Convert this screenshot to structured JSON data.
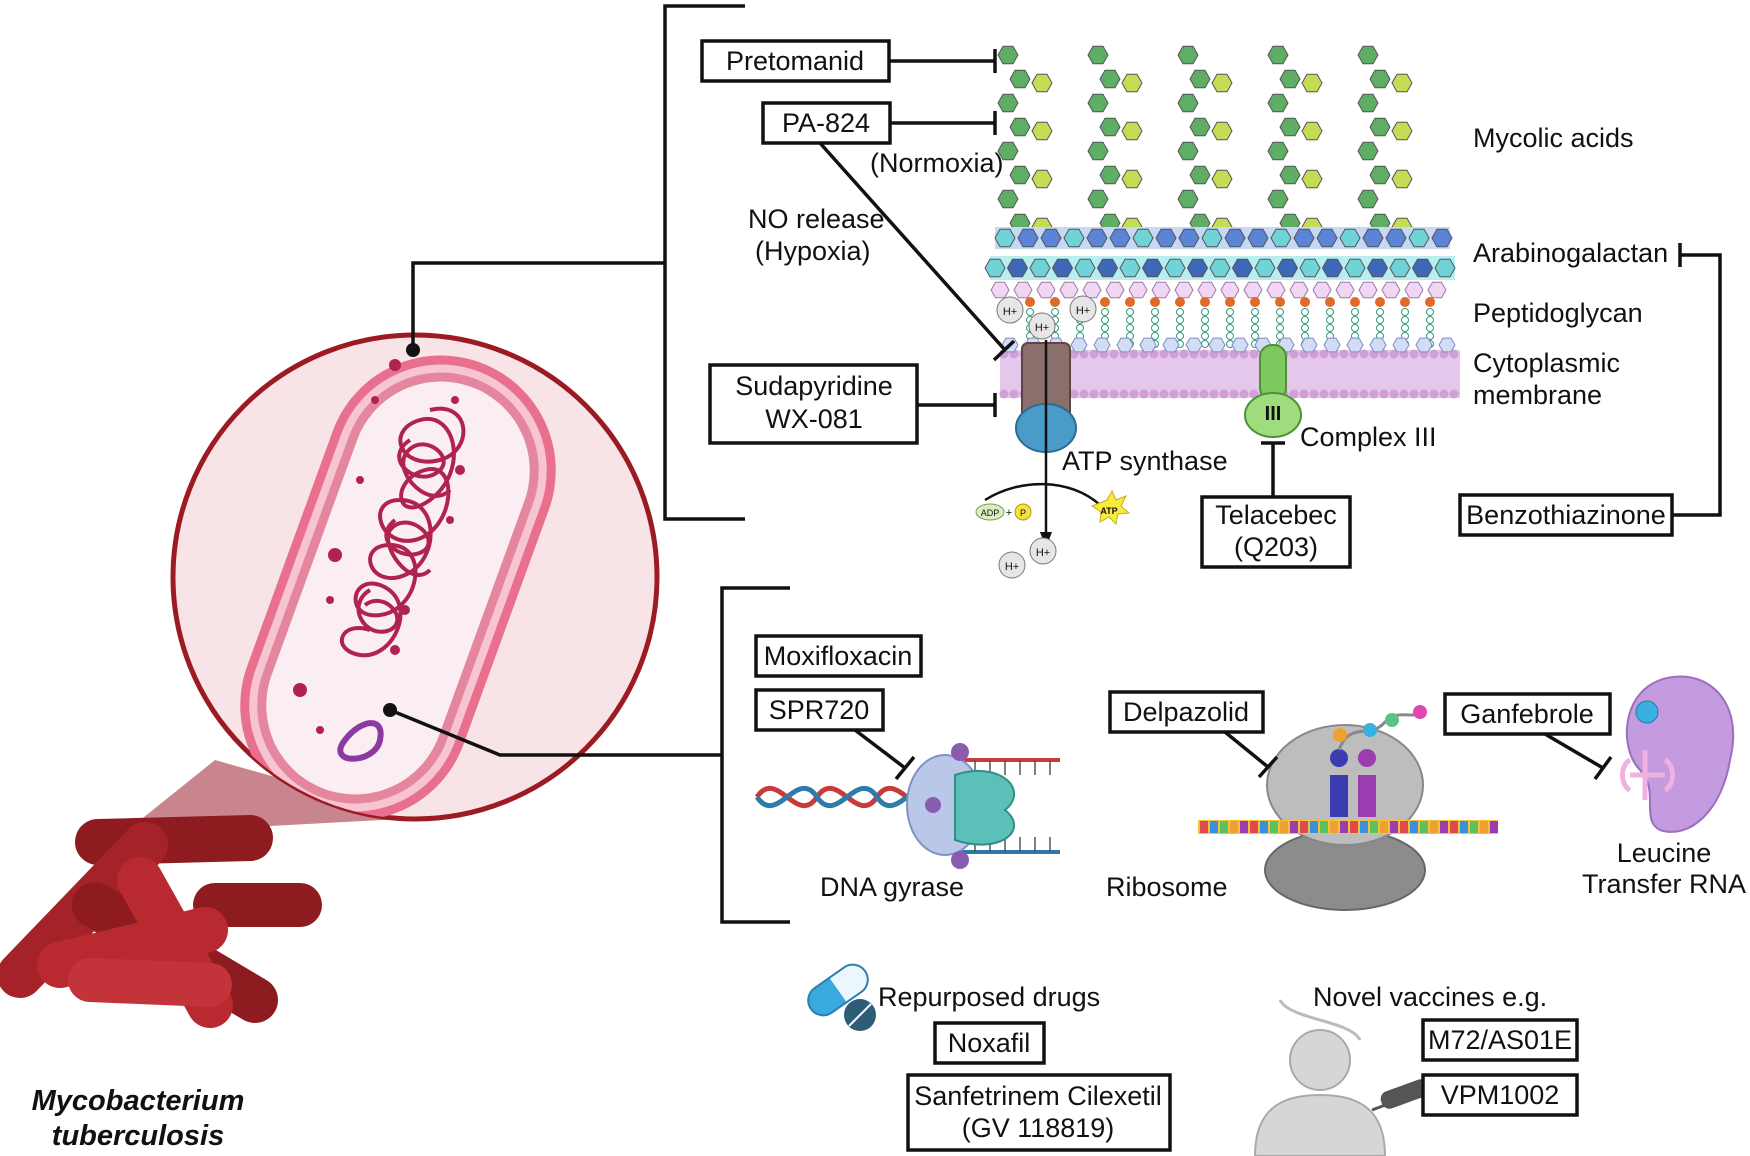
{
  "organism": {
    "line1": "Mycobacterium",
    "line2": "tuberculosis"
  },
  "cell_wall": {
    "layers": {
      "mycolic": "Mycolic acids",
      "arabino": "Arabinogalactan",
      "peptido": "Peptidoglycan",
      "cyto1": "Cytoplasmic",
      "cyto2": "membrane"
    },
    "conditions": {
      "normoxia": "(Normoxia)",
      "no_release": "NO release",
      "hypoxia": "(Hypoxia)"
    },
    "proteins": {
      "atp_synthase": "ATP synthase",
      "complex_iii": "Complex III",
      "complex_iii_mark": "III"
    },
    "molecules": {
      "proton": "H+",
      "adp": "ADP",
      "plus": "+",
      "phosphate": "P",
      "atp": "ATP"
    },
    "drugs": {
      "pretomanid": "Pretomanid",
      "pa824": "PA-824",
      "sudapyridine1": "Sudapyridine",
      "sudapyridine2": "WX-081",
      "telacebec1": "Telacebec",
      "telacebec2": "(Q203)",
      "benzothiazinone": "Benzothiazinone"
    }
  },
  "intracellular": {
    "targets": {
      "dna_gyrase": "DNA gyrase",
      "ribosome": "Ribosome",
      "trna1": "Leucine",
      "trna2": "Transfer RNA"
    },
    "drugs": {
      "moxifloxacin": "Moxifloxacin",
      "spr720": "SPR720",
      "delpazolid": "Delpazolid",
      "ganfebrole": "Ganfebrole"
    }
  },
  "bottom": {
    "repurposed_title": "Repurposed drugs",
    "noxafil": "Noxafil",
    "sanfetrinem1": "Sanfetrinem Cilexetil",
    "sanfetrinem2": "(GV 118819)",
    "vaccines_title": "Novel vaccines e.g.",
    "m72": "M72/AS01E",
    "vpm1002": "VPM1002"
  },
  "colors": {
    "bacterium_dark": "#8e1b1f",
    "bacterium": "#b82a2f",
    "zoom_circle_fill": "#f8e3e6",
    "zoom_circle_stroke": "#9c1b22",
    "cell_fill": "#e96f8e",
    "dna": "#b0234f",
    "mycolic_green": "#5fae66",
    "mycolic_yellow": "#c5dd55",
    "arabino_blue": "#5b84d6",
    "arabino_cyan": "#6fd3d8",
    "membrane_pink": "#cf9fd6",
    "atp_synthase_blue": "#4a9bc8",
    "complex_iii_green": "#7cc95f",
    "pill_blue": "#3aa9df",
    "pill_dark": "#2e5d78"
  }
}
